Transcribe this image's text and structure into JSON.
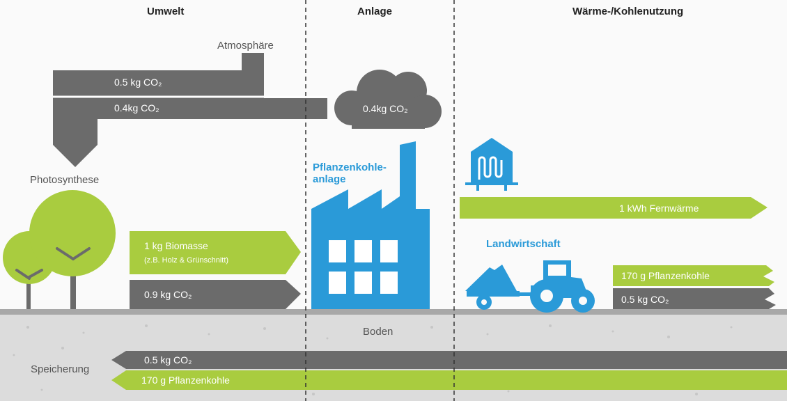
{
  "headers": {
    "umwelt": "Umwelt",
    "anlage": "Anlage",
    "waerme": "Wärme-/Kohlenutzung"
  },
  "labels": {
    "atmosphaere": "Atmosphäre",
    "photosynthese": "Photosynthese",
    "plant_line1": "Pflanzenkohle-",
    "plant_line2": "anlage",
    "landwirtschaft": "Landwirtschaft",
    "boden": "Boden",
    "speicherung": "Speicherung"
  },
  "flows": {
    "atm_co2_top": "0.5 kg CO₂",
    "atm_co2_bottom": "0.4kg CO₂",
    "cloud_co2": "0.4kg CO₂",
    "biomasse_line1": "1 kg Biomasse",
    "biomasse_line2": "(z.B. Holz & Grünschnitt)",
    "biomasse_co2": "0.9 kg CO₂",
    "fernwaerme": "1 kWh Fernwärme",
    "farm_kohle": "170 g Pflanzenkohle",
    "farm_co2": "0.5 kg CO₂",
    "storage_co2": "0.5 kg CO₂",
    "storage_kohle": "170 g Pflanzenkohle"
  },
  "colors": {
    "gray": "#6b6b6b",
    "green": "#a9cc3f",
    "blue": "#2a9ad8",
    "soil": "#dcdcdc"
  }
}
